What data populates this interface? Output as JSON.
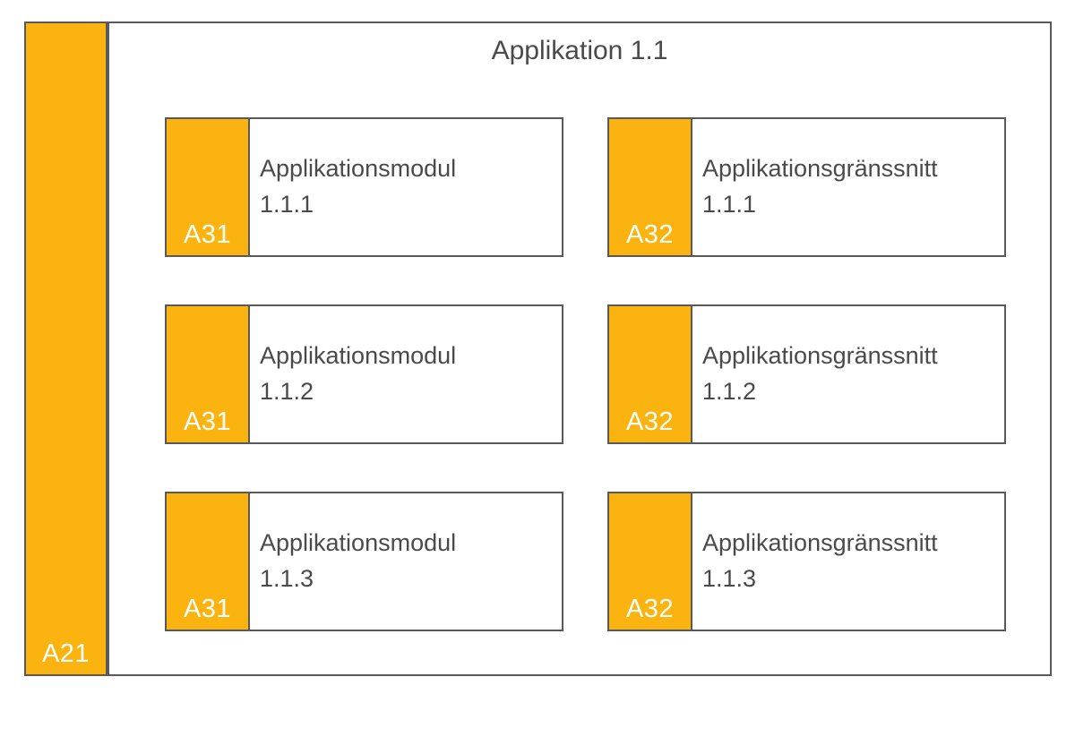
{
  "colors": {
    "accent": "#FBB30F",
    "border": "#58595B",
    "text": "#4A4A4A",
    "label": "#FFFFFF",
    "bg": "#FFFFFF"
  },
  "diagram": {
    "title": "Applikation 1.1",
    "sidebar_label": "A21",
    "rows": [
      {
        "module": {
          "tag": "A31",
          "name": "Applikationsmodul",
          "id": "1.1.1"
        },
        "interface": {
          "tag": "A32",
          "name": "Applikationsgränssnitt",
          "id": "1.1.1"
        }
      },
      {
        "module": {
          "tag": "A31",
          "name": "Applikationsmodul",
          "id": "1.1.2"
        },
        "interface": {
          "tag": "A32",
          "name": "Applikationsgränssnitt",
          "id": "1.1.2"
        }
      },
      {
        "module": {
          "tag": "A31",
          "name": "Applikationsmodul",
          "id": "1.1.3"
        },
        "interface": {
          "tag": "A32",
          "name": "Applikationsgränssnitt",
          "id": "1.1.3"
        }
      }
    ]
  }
}
